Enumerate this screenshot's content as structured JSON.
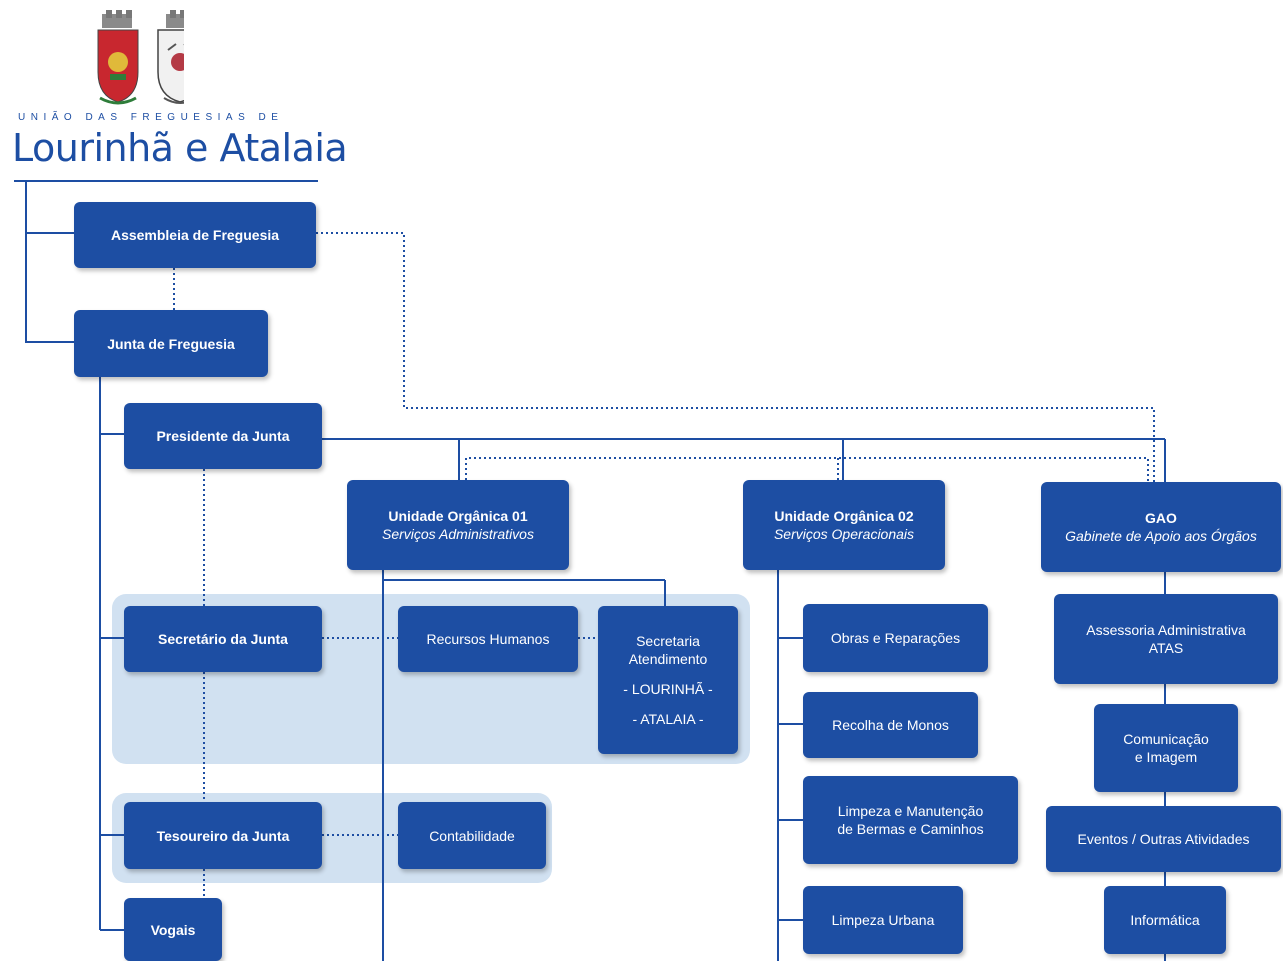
{
  "header": {
    "subtitle": "UNIÃO DAS FREGUESIAS DE",
    "name": "Lourinhã e Atalaia"
  },
  "colors": {
    "box": "#1d4ea3",
    "band": "#c9dcef",
    "line": "#1d4ea3"
  },
  "icons": [
    "coat-of-arms-lourinha-icon",
    "coat-of-arms-atalaia-icon"
  ],
  "nodes": {
    "assembleia": "Assembleia de Freguesia",
    "junta": "Junta de Freguesia",
    "presidente": "Presidente da Junta",
    "secretario": "Secretário da Junta",
    "tesoureiro": "Tesoureiro da Junta",
    "vogais": "Vogais",
    "uo1": {
      "title": "Unidade Orgânica 01",
      "subtitle": "Serviços Administrativos"
    },
    "uo2": {
      "title": "Unidade Orgânica 02",
      "subtitle": "Serviços Operacionais"
    },
    "gao": {
      "title": "GAO",
      "subtitle": "Gabinete de Apoio aos Órgãos"
    },
    "recursos_humanos": "Recursos Humanos",
    "secretaria": {
      "line1": "Secretaria",
      "line2": "Atendimento",
      "line3": "- LOURINHÃ -",
      "line4": "- ATALAIA -"
    },
    "contabilidade": "Contabilidade",
    "obras": "Obras e Reparações",
    "recolha": "Recolha de Monos",
    "limpeza_manut": {
      "line1": "Limpeza e Manutenção",
      "line2": "de Bermas e Caminhos"
    },
    "limpeza_urbana": "Limpeza Urbana",
    "assessoria": {
      "line1": "Assessoria Administrativa",
      "line2": "ATAS"
    },
    "comunicacao": {
      "line1": "Comunicação",
      "line2": "e Imagem"
    },
    "eventos": "Eventos / Outras Atividades",
    "informatica": "Informática"
  }
}
